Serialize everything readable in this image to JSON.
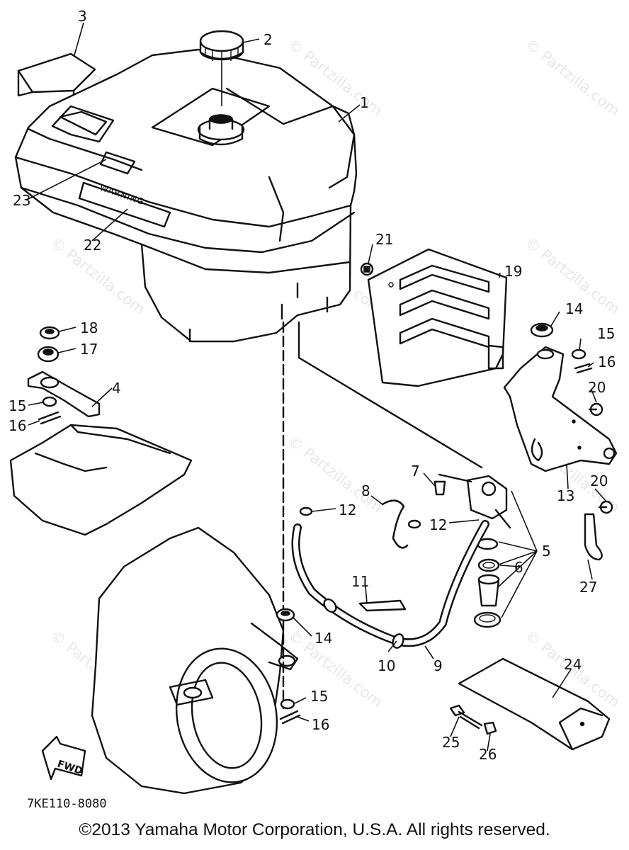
{
  "diagram_code": "7KE110-8080",
  "copyright": "©2013 Yamaha Motor Corporation, U.S.A. All rights reserved.",
  "watermark": "© Partzilla.com",
  "fwd_label": "FWD",
  "tank_label": "WARNING",
  "callouts": {
    "c1": "1",
    "c2": "2",
    "c3": "3",
    "c4": "4",
    "c5": "5",
    "c6": "6",
    "c7": "7",
    "c8": "8",
    "c9": "9",
    "c10": "10",
    "c11": "11",
    "c12a": "12",
    "c12b": "12",
    "c13": "13",
    "c14a": "14",
    "c14b": "14",
    "c15a": "15",
    "c15b": "15",
    "c15c": "15",
    "c16a": "16",
    "c16b": "16",
    "c16c": "16",
    "c17": "17",
    "c18": "18",
    "c19": "19",
    "c20a": "20",
    "c20b": "20",
    "c21": "21",
    "c22": "22",
    "c23": "23",
    "c24": "24",
    "c25": "25",
    "c26": "26",
    "c27": "27"
  }
}
